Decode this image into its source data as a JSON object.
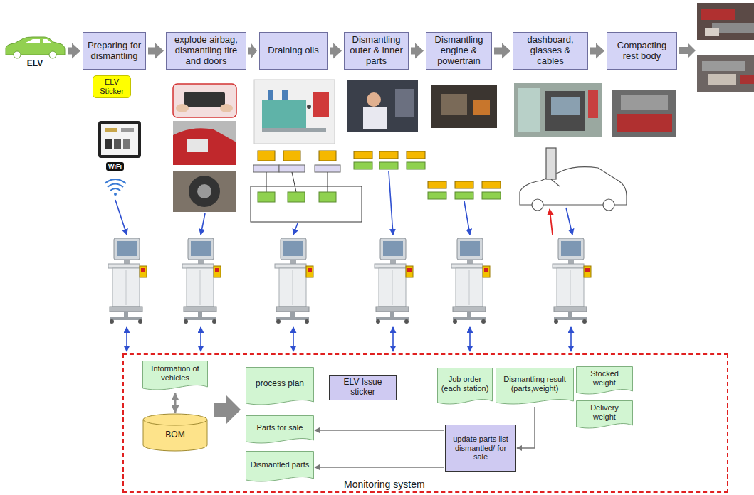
{
  "diagram": {
    "nodes": [
      {
        "text": [
          "ELV"
        ]
      },
      {
        "text": [
          "Preparing for dismantling"
        ]
      },
      {
        "text": [
          "explode airbag, dismantling tire and doors"
        ]
      },
      {
        "text": [
          "Draining oils"
        ]
      },
      {
        "text": [
          "Dismantling outer & inner parts"
        ]
      },
      {
        "text": [
          "Dismantling engine & powertrain"
        ]
      },
      {
        "text": [
          "dashboard, glasses & cables"
        ]
      },
      {
        "text": [
          "Compacting rest body"
        ]
      },
      {
        "text": [
          "ELV Sticker"
        ]
      },
      {
        "text": [
          "Monitoring system"
        ]
      },
      {
        "text": [
          "Information of vehicles"
        ],
        "in": 9
      },
      {
        "text": [
          "BOM"
        ],
        "in": 9
      },
      {
        "text": [
          "process plan"
        ],
        "in": 9
      },
      {
        "text": [
          "ELV Issue sticker"
        ],
        "in": 9
      },
      {
        "text": [
          "Job order (each station)"
        ],
        "in": 9
      },
      {
        "text": [
          "Dismantling result (parts,weight)"
        ],
        "in": 9
      },
      {
        "text": [
          "Stocked weight"
        ],
        "in": 9
      },
      {
        "text": [
          "Delivery weight"
        ],
        "in": 9
      },
      {
        "text": [
          "Parts for sale"
        ],
        "in": 9
      },
      {
        "text": [
          "update parts list dismantled/ for sale"
        ],
        "in": 9
      },
      {
        "text": [
          "Dismantled parts"
        ],
        "in": 9
      }
    ],
    "edges": [
      {
        "from": 0,
        "to": 1,
        "arrow": "to"
      },
      {
        "from": 1,
        "to": 2,
        "arrow": "to"
      },
      {
        "from": 2,
        "to": 3,
        "arrow": "to"
      },
      {
        "from": 3,
        "to": 4,
        "arrow": "to"
      },
      {
        "from": 4,
        "to": 5,
        "arrow": "to"
      },
      {
        "from": 5,
        "to": 6,
        "arrow": "to"
      },
      {
        "from": 6,
        "to": 7,
        "arrow": "to"
      },
      {
        "from": 10,
        "to": 11,
        "arrow": "both"
      },
      {
        "from": 15,
        "to": 19,
        "arrow": "to"
      },
      {
        "from": 19,
        "to": 18,
        "arrow": "to"
      },
      {
        "from": 19,
        "to": 20,
        "arrow": "to"
      }
    ],
    "labels": [
      "WiFi"
    ]
  }
}
